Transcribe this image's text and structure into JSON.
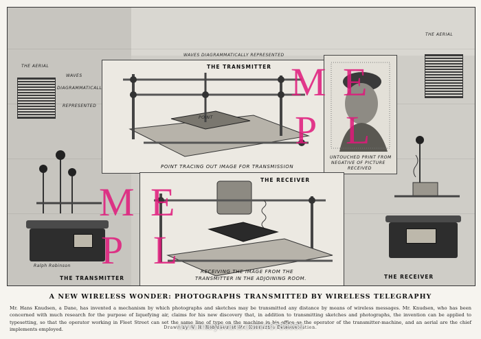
{
  "labels": {
    "aerial_left": "THE AERIAL",
    "aerial_right": "THE AERIAL",
    "waves_top": "WAVES DIAGRAMMATICALLY REPRESENTED",
    "waves_left": "WAVES",
    "waves_left_2": "DIAGRAMMATICALLY",
    "waves_left_3": "REPRESENTED",
    "artist_signature": "Ralph Robinson"
  },
  "panels": {
    "transmitter_title": "THE TRANSMITTER",
    "transmitter_caption": "POINT TRACING OUT IMAGE FOR TRANSMISSION",
    "point_label": "POINT",
    "receiver_title": "THE RECEIVER",
    "receiver_caption_1": "RECEIVING THE IMAGE FROM THE",
    "receiver_caption_2": "TRANSMITTER IN THE ADJOINING ROOM.",
    "portrait_caption_1": "UNTOUCHED PRINT FROM",
    "portrait_caption_2": "NEGATIVE OF PICTURE",
    "portrait_caption_3": "RECEIVED"
  },
  "machines": {
    "left_label": "THE TRANSMITTER",
    "right_label": "THE RECEIVER"
  },
  "stamps": {
    "top_right": [
      "M",
      "E",
      "P",
      "L"
    ],
    "bottom_left": [
      "M",
      "E",
      "P",
      "L"
    ]
  },
  "article": {
    "title": "A NEW WIRELESS WONDER: PHOTOGRAPHS TRANSMITTED BY WIRELESS TELEGRAPHY",
    "body": "Mr. Hans Knudsen, a Dane, has invented a mechanism by which photographs and sketches may be transmitted any distance by means of wireless messages. Mr. Knudsen, who has been concerned with much research for the purpose of liquefying air, claims for his new discovery that, in addition to transmitting sketches and photographs, the invention can be applied to typesetting, so that the operator working in Fleet Street can set the same line of type on the machine in his office as the operator of the transmitter-machine, and an aerial are the chief implements employed.",
    "credit": "Drawn by W. R. Robinson at Mr. Knudsen's Demonstration.",
    "watermark": "www.maryevans.com/46786059"
  },
  "colors": {
    "stamp": "#e0197b",
    "ink": "#1e1e1e",
    "paper": "#f6f4ef"
  }
}
